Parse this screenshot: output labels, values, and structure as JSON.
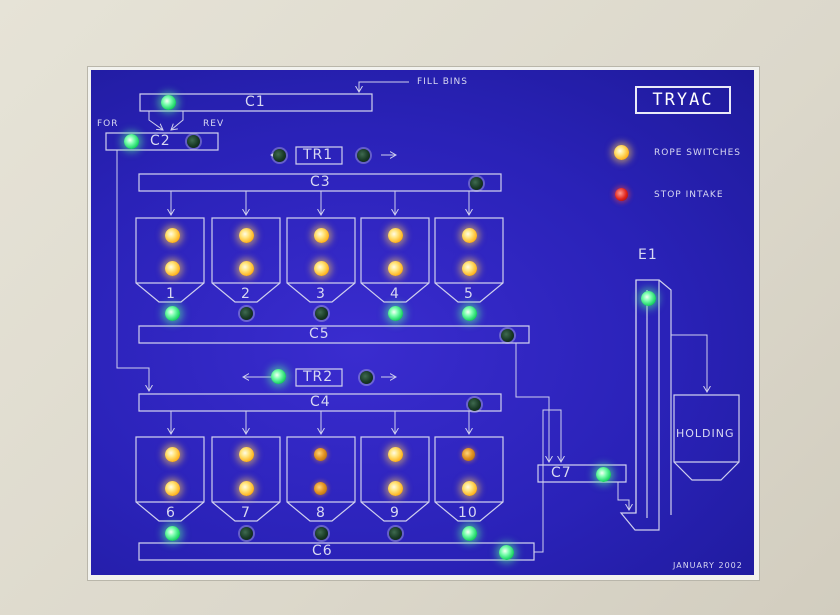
{
  "panel": {
    "logo": "TRYAC",
    "fill_bins": "FILL BINS",
    "for_label": "FOR",
    "rev_label": "REV",
    "date_label": "JANUARY 2002",
    "holding_label": "HOLDING"
  },
  "legend": {
    "rope_switches": "ROPE SWITCHES",
    "stop_intake": "STOP INTAKE"
  },
  "conveyors": {
    "c1": "C1",
    "c2": "C2",
    "c3": "C3",
    "c4": "C4",
    "c5": "C5",
    "c6": "C6",
    "c7": "C7",
    "tr1": "TR1",
    "tr2": "TR2",
    "e1": "E1"
  },
  "bins": {
    "top": [
      "1",
      "2",
      "3",
      "4",
      "5"
    ],
    "bottom": [
      "6",
      "7",
      "8",
      "9",
      "10"
    ]
  },
  "colors": {
    "panel_blue": "#2a22b8",
    "line": "#cfcfee",
    "led_green": "#21d86a",
    "led_amber": "#ffb21a",
    "led_red": "#e0221a"
  }
}
